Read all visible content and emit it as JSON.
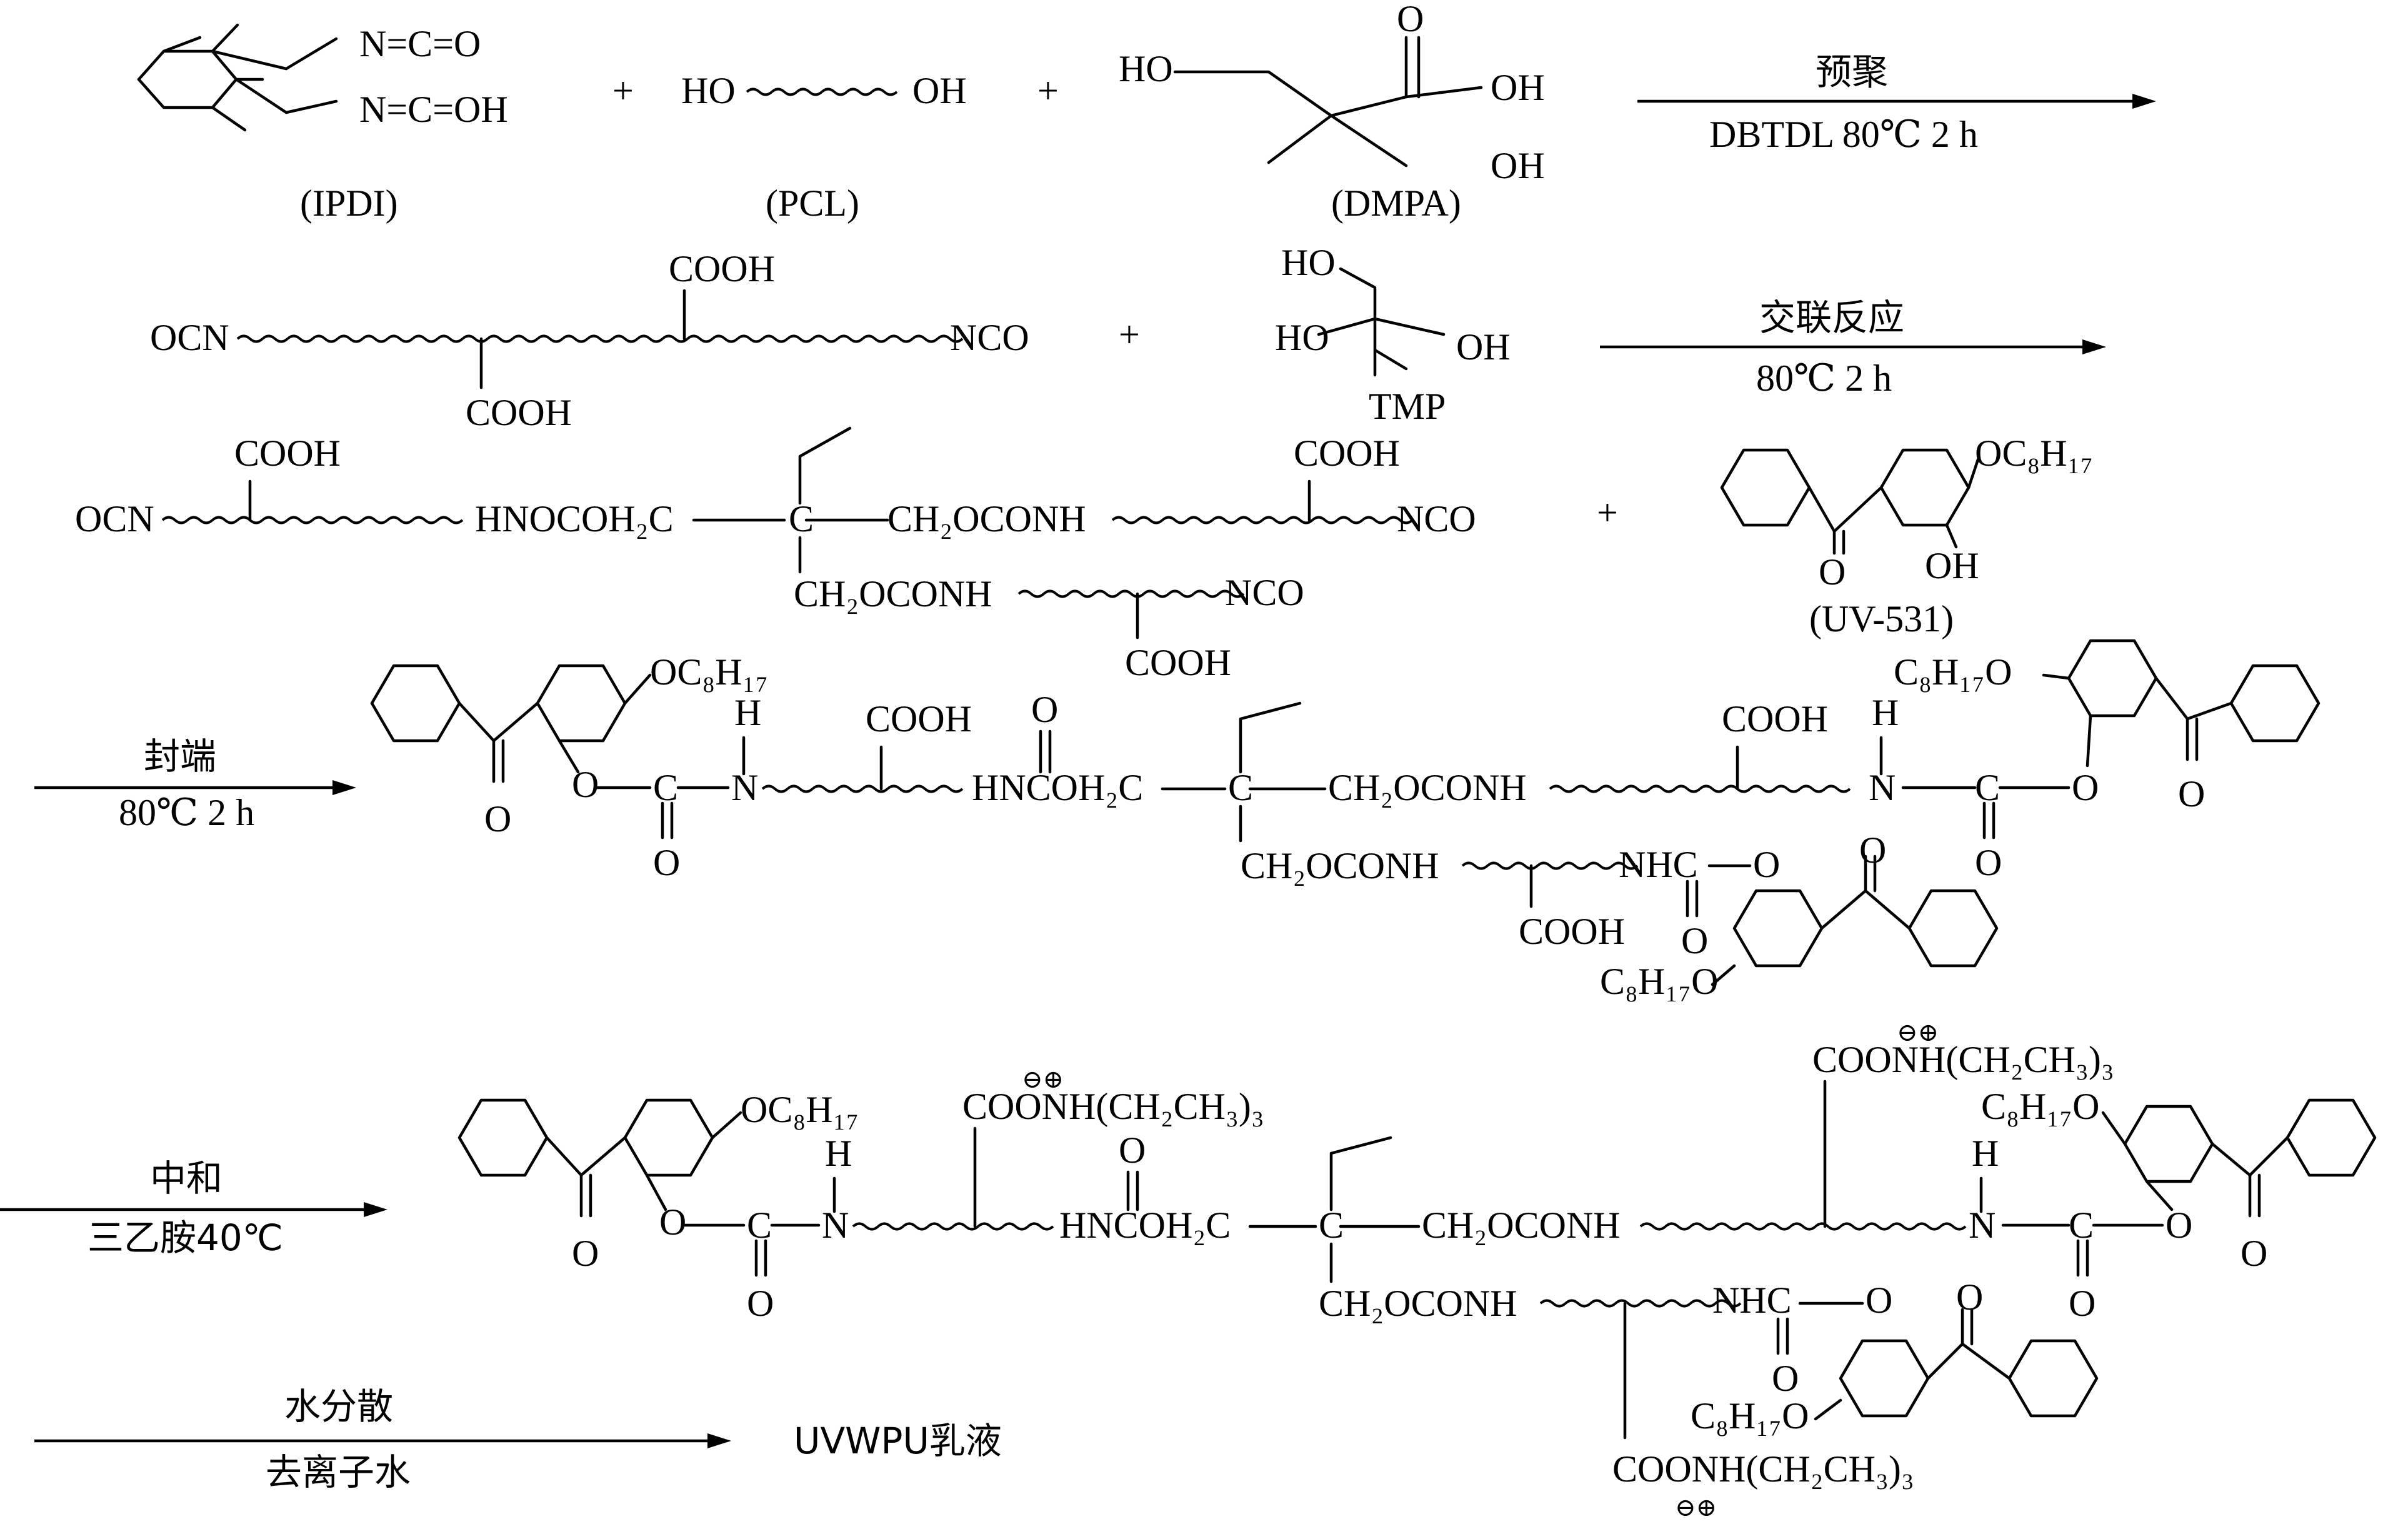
{
  "reagents": {
    "ipdi_label": "(IPDI)",
    "pcl_label": "(PCL)",
    "dmpa_label": "(DMPA)",
    "tmp_label": "TMP",
    "uv531_label": "(UV-531)",
    "plus": "+"
  },
  "groups": {
    "nco": "N=C=O",
    "nco_oh": "N=C=OH",
    "ho": "HO",
    "oh": "OH",
    "o": "O",
    "h": "H",
    "n": "N",
    "c": "C",
    "cooh": "COOH",
    "ocn": "OCN",
    "nco_end": "NCO",
    "hnocoh2c": "HNOCOH₂C",
    "ch2oconh": "CH₂OCONH",
    "oc8h17": "OC₈H₁₇",
    "c8h17o": "C₈H₁₇O",
    "hnconh2c": "HNCOH₂C",
    "nhc": "NHC",
    "cooonh": "COONH(CH₂CH₃)₃",
    "charges": "⊖⊕"
  },
  "steps": [
    {
      "top": "预聚",
      "bottom": "DBTDL 80℃ 2 h"
    },
    {
      "top": "交联反应",
      "bottom": "80℃ 2 h"
    },
    {
      "top": "封端",
      "bottom": "80℃ 2 h"
    },
    {
      "top": "中和",
      "bottom": "三乙胺40℃"
    },
    {
      "top": "水分散",
      "bottom": "去离子水"
    }
  ],
  "product": "UVWPU乳液"
}
